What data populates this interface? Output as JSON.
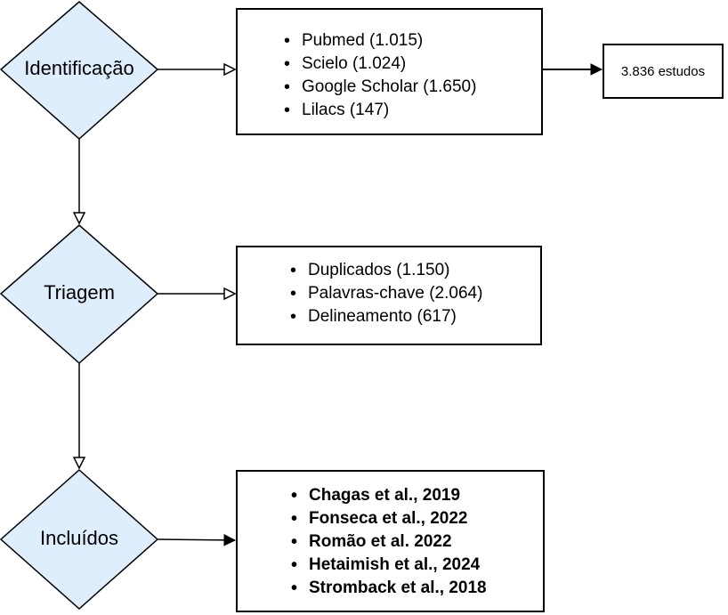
{
  "colors": {
    "diamond_fill": "#deeefc",
    "line": "#000000"
  },
  "steps": {
    "identificacao": {
      "label": "Identificação",
      "items": [
        "Pubmed (1.015)",
        "Scielo (1.024)",
        "Google Scholar (1.650)",
        "Lilacs (147)"
      ]
    },
    "triagem": {
      "label": "Triagem",
      "items": [
        "Duplicados (1.150)",
        "Palavras-chave (2.064)",
        "Delineamento (617)"
      ]
    },
    "incluidos": {
      "label": "Incluídos",
      "items": [
        "Chagas et al., 2019",
        "Fonseca et al., 2022",
        "Romão et al. 2022",
        "Hetaimish et al., 2024",
        "Stromback et al., 2018"
      ]
    }
  },
  "total": {
    "label": "3.836 estudos"
  }
}
